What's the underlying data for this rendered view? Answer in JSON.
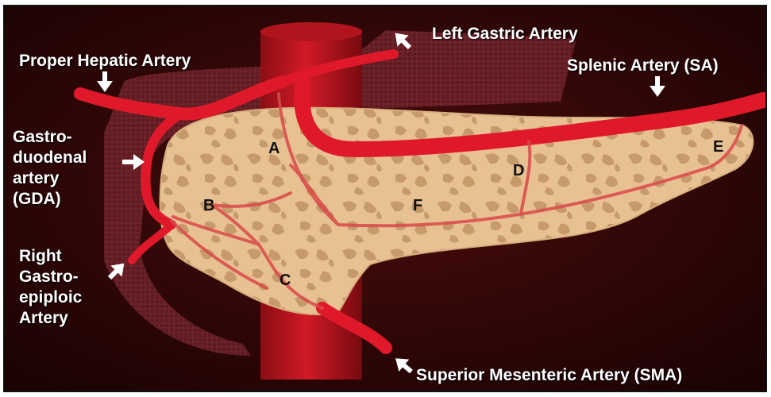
{
  "labels": {
    "left_gastric": "Left Gastric Artery",
    "proper_hepatic": "Proper Hepatic Artery",
    "splenic": "Splenic Artery (SA)",
    "gda": [
      "Gastro-",
      "duodenal",
      "artery",
      "(GDA)"
    ],
    "rgea": [
      "Right",
      "Gastro-",
      "epiploic",
      "Artery"
    ],
    "sma": "Superior Mesenteric Artery (SMA)"
  },
  "segments": {
    "a": "A",
    "b": "B",
    "c": "C",
    "d": "D",
    "e": "E",
    "f": "F"
  },
  "colors": {
    "background": "#2a0606",
    "artery": "#e0192a",
    "pancreas": "#e8c193",
    "pancreas_mottle": "#c79a6c",
    "label": "#ffffff",
    "segment_label": "#111111"
  },
  "icons": [
    "arrow-down-icon",
    "arrow-right-icon",
    "arrow-upper-left-icon"
  ]
}
